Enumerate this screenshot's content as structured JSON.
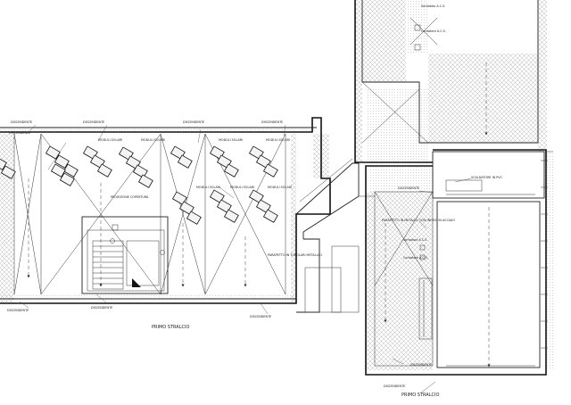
{
  "labels": {
    "primo_stralcio_left": "PRIMO STRALCIO",
    "primo_stralcio_right": "PRIMO STRALCIO",
    "discendente": "DISCENDENTE",
    "moduli_solari": "MODULI SOLARI",
    "proiezione_copertura": "PROIEZIONE COPERTURA",
    "parapetto": "PARAPETTO IN TUBOLARI METALLICI",
    "parapetto_infissi": "PARAPETTO IN METALLO CON INFISSI IN ACCIAIO",
    "scaldatore": "SCALDATORE IN PVC",
    "serbatoio_acs": "Serbatoio A.C.S.",
    "contatore": "Contatore A.C.S."
  },
  "colors": {
    "line": "#222222",
    "hatch": "#9a9a9a",
    "panel_fill": "#f4f4f4",
    "background": "#ffffff"
  }
}
